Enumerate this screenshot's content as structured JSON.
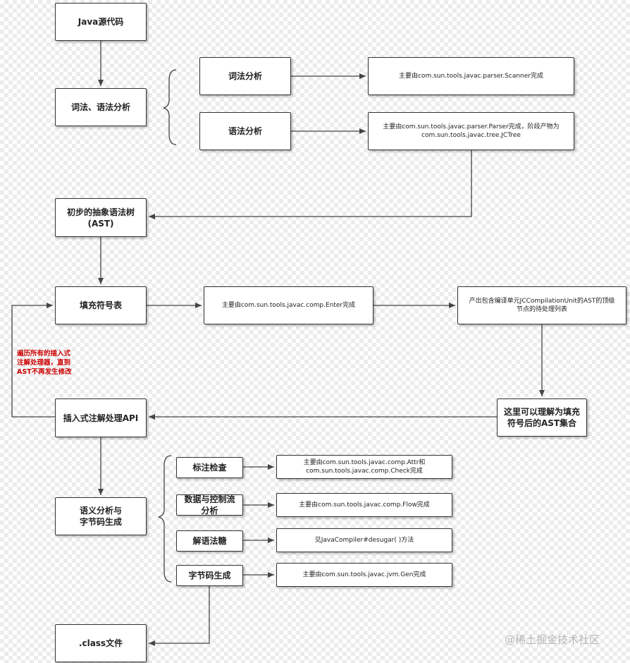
{
  "nodes": {
    "java_source": "Java源代码",
    "lex_syntax": "词法、语法分析",
    "lexical": "词法分析",
    "syntax": "语法分析",
    "scanner_desc": "主要由com.sun.tools.javac.parser.Scanner完成",
    "parser_desc_1": "主要由com.sun.tools.javac.parser.Parser完成，阶段产物为",
    "parser_desc_2": "com.sun.tools.javac.tree.JCTree",
    "ast_1": "初步的抽象语法树",
    "ast_2": "(AST)",
    "fill_symbol": "填充符号表",
    "enter_desc": "主要由com.sun.tools.javac.comp.Enter完成",
    "produce_1": "产出包含编译单元JCCompilationUnit的AST的顶级",
    "produce_2": "节点的待处理列表",
    "ast_set_1": "这里可以理解为填充",
    "ast_set_2": "符号后的AST集合",
    "annotation_api": "插入式注解处理API",
    "semantic_1": "语义分析与",
    "semantic_2": "字节码生成",
    "mark_check": "标注检查",
    "attr_desc_1": "主要由com.sun.tools.javac.comp.Attr和",
    "attr_desc_2": "com.sun.tools.javac.comp.Check完成",
    "flow_1": "数据与控制流",
    "flow_2": "分析",
    "flow_desc": "主要由com.sun.tools.javac.comp.Flow完成",
    "desugar": "解语法糖",
    "desugar_desc": "见JavaCompiler#desugar( )方法",
    "bytecode": "字节码生成",
    "gen_desc": "主要由com.sun.tools.javac.jvm.Gen完成",
    "class_file": ".class文件"
  },
  "loop_note": {
    "line1": "遍历所有的插入式",
    "line2": "注解处理器，直到",
    "line3": "AST不再发生修改"
  },
  "watermark": "@稀土掘金技术社区",
  "colors": {
    "note": "#cc0000",
    "line": "#444444"
  }
}
